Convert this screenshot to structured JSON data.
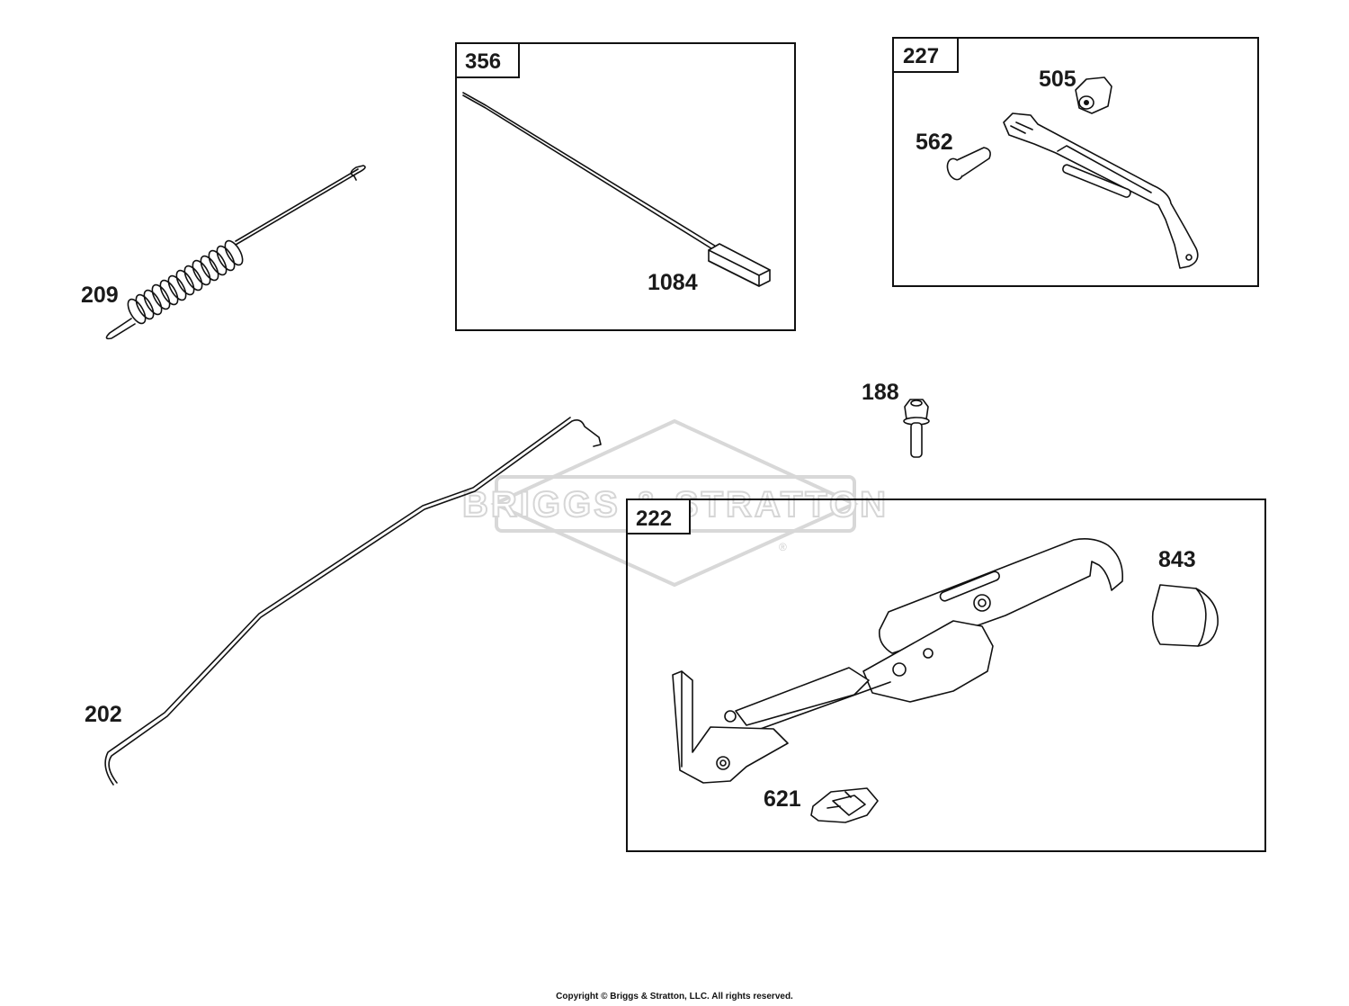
{
  "watermark": {
    "brand": "BRIGGS & STRATTON",
    "mark": "®"
  },
  "callouts": {
    "p209": "209",
    "p356": "356",
    "p1084": "1084",
    "p227": "227",
    "p505": "505",
    "p562": "562",
    "p188": "188",
    "p202": "202",
    "p222": "222",
    "p843": "843",
    "p621": "621"
  },
  "footer": {
    "copyright": "Copyright © Briggs & Stratton, LLC. All rights reserved."
  }
}
